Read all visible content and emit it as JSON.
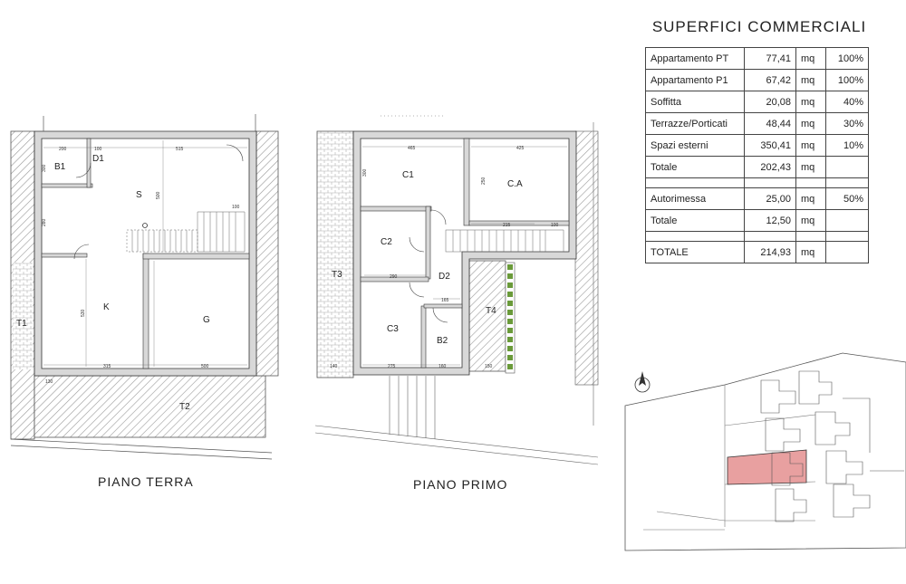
{
  "plans": {
    "ground": {
      "caption": "PIANO TERRA",
      "rooms": [
        "B1",
        "D1",
        "S",
        "K",
        "G",
        "T1",
        "T2"
      ],
      "dims": [
        "200",
        "100",
        "515",
        "300",
        "280",
        "500",
        "530",
        "315",
        "500",
        "100",
        "130"
      ]
    },
    "first": {
      "caption": "PIANO PRIMO",
      "rooms": [
        "C1",
        "C.A",
        "C2",
        "D2",
        "T3",
        "T4",
        "C3",
        "B2"
      ],
      "dims": [
        "465",
        "425",
        "300",
        "250",
        "215",
        "290",
        "165",
        "275",
        "160",
        "140",
        "150",
        "100"
      ]
    }
  },
  "table": {
    "title": "SUPERFICI COMMERCIALI",
    "rows": [
      {
        "label": "Appartamento PT",
        "value": "77,41",
        "unit": "mq",
        "pct": "100%"
      },
      {
        "label": "Appartamento P1",
        "value": "67,42",
        "unit": "mq",
        "pct": "100%"
      },
      {
        "label": "Soffitta",
        "value": "20,08",
        "unit": "mq",
        "pct": "40%"
      },
      {
        "label": "Terrazze/Porticati",
        "value": "48,44",
        "unit": "mq",
        "pct": "30%"
      },
      {
        "label": "Spazi esterni",
        "value": "350,41",
        "unit": "mq",
        "pct": "10%"
      },
      {
        "label": "Totale",
        "value": "202,43",
        "unit": "mq",
        "pct": ""
      },
      {
        "label": "",
        "value": "",
        "unit": "",
        "pct": ""
      },
      {
        "label": "Autorimessa",
        "value": "25,00",
        "unit": "mq",
        "pct": "50%"
      },
      {
        "label": "Totale",
        "value": "12,50",
        "unit": "mq",
        "pct": ""
      },
      {
        "label": "",
        "value": "",
        "unit": "",
        "pct": ""
      },
      {
        "label": "TOTALE",
        "value": "214,93",
        "unit": "mq",
        "pct": ""
      }
    ]
  },
  "colors": {
    "wall": "#d8d8d8",
    "wall_stroke": "#333333",
    "hatch": "#9a9a9a",
    "garden": "#6a9a3a",
    "highlight_lot": "#e8a0a0"
  },
  "icons": [
    "north-arrow-icon"
  ]
}
